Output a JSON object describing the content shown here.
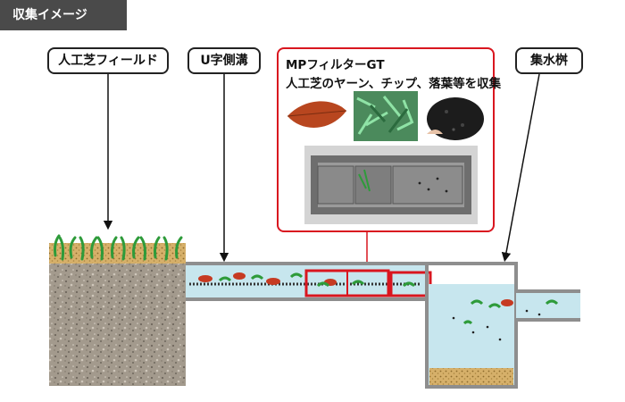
{
  "header": {
    "tag": "収集イメージ"
  },
  "labels": {
    "turf": "人工芝フィールド",
    "ditch": "U字側溝",
    "basin": "集水桝"
  },
  "filter_box": {
    "title": "MPフィルターGT",
    "subtitle": "人工芝のヤーン、チップ、落葉等を収集"
  },
  "colors": {
    "header_bg": "#4a4a4a",
    "highlight_red": "#d9161f",
    "water": "#c7e6ee",
    "pipe_gray": "#8e8e8e",
    "soil": "#a39a8d",
    "sand": "#d6b06a",
    "grass": "#2e9b3a",
    "leaf": "#c63a22"
  }
}
